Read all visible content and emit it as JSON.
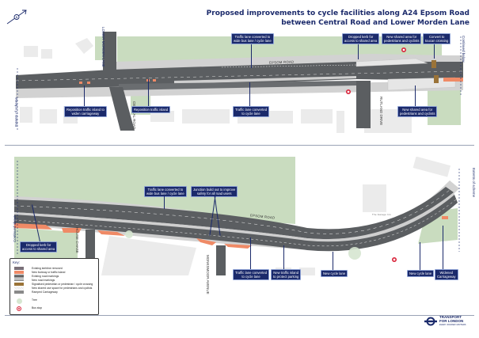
{
  "header": {
    "title_line1": "Proposed improvements to cycle facilities along A24 Epsom Road",
    "title_line2": "between Central Road and Lower Morden Lane",
    "north_arrow": "north-arrow-icon"
  },
  "top_map": {
    "street_labels": {
      "lower_morden_lane": "LOWER MORDEN LANE",
      "epsom_road": "EPSOM ROAD",
      "central_road": "CENTRAL ROAD",
      "ruskin_road_south": "RUTLAND DRIVE"
    },
    "side_labels": {
      "left": "Extents of scheme",
      "right": "Continued below"
    },
    "callouts": [
      {
        "id": "reposition-island-widen",
        "text_line1": "Reposition traffic island to",
        "text_line2": "widen carriageway"
      },
      {
        "id": "reposition-island",
        "text_line1": "Reposition traffic island",
        "text_line2": ""
      },
      {
        "id": "traffic-lane-bus-cycle",
        "text_line1": "Traffic lane converted to",
        "text_line2": "wide bus lane / cycle lane"
      },
      {
        "id": "traffic-lane-cycle",
        "text_line1": "Traffic lane converted",
        "text_line2": "to cycle lane"
      },
      {
        "id": "dropped-kerb",
        "text_line1": "Dropped kerb for",
        "text_line2": "access to shared area"
      },
      {
        "id": "new-shared-area-top",
        "text_line1": "New shared area for",
        "text_line2": "pedestrians and cyclists"
      },
      {
        "id": "convert-toucan",
        "text_line1": "Convert to",
        "text_line2": "toucan crossing"
      },
      {
        "id": "new-shared-area-bottom",
        "text_line1": "New shared area for",
        "text_line2": "pedestrians and cyclists"
      }
    ]
  },
  "bottom_map": {
    "street_labels": {
      "epsom_road": "EPSOM ROAD",
      "hoylake_chase": "HOUSE CHASE",
      "monarch_avenue": "MONKSMOOR AVENUE",
      "building": "The Garage Inn"
    },
    "side_labels": {
      "left": "Continued above",
      "right": "Extents of scheme"
    },
    "callouts": [
      {
        "id": "dropped-kerb",
        "text_line1": "Dropped kerb for",
        "text_line2": "access to shared area"
      },
      {
        "id": "traffic-lane-bus-cycle",
        "text_line1": "Traffic lane converted to",
        "text_line2": "wide bus lane / cycle lane"
      },
      {
        "id": "junction-build-out",
        "text_line1": "Junction build out to improve",
        "text_line2": "safety for all road users"
      },
      {
        "id": "traffic-lane-cycle",
        "text_line1": "Traffic lane converted",
        "text_line2": "to cycle lane"
      },
      {
        "id": "new-traffic-island",
        "text_line1": "New traffic island",
        "text_line2": "to protect parking"
      },
      {
        "id": "new-cycle-lane-1",
        "text_line1": "New cycle lane",
        "text_line2": ""
      },
      {
        "id": "new-cycle-lane-2",
        "text_line1": "New cycle lane",
        "text_line2": ""
      },
      {
        "id": "widened-carriageway",
        "text_line1": "Widened",
        "text_line2": "Carriageway"
      }
    ]
  },
  "key": {
    "title": "Key:",
    "items": [
      {
        "label": "Existing kerbline removed",
        "color": "#7a6f78"
      },
      {
        "label": "New footway or traffic island",
        "color": "#ef8a66"
      },
      {
        "label": "Existing road markings",
        "color": "#4a4a4a"
      },
      {
        "label": "New road markings",
        "color": "#6b6b6b"
      },
      {
        "label": "Signalised pedestrian or pedestrian / cycle crossing",
        "color": "#9a7338"
      },
      {
        "label": "New shared use space for pedestrians and cyclists",
        "color": "#e6e6e6"
      },
      {
        "label": "Ramped Carriageway",
        "color": "#8a8a8a"
      },
      {
        "label": "Tree",
        "color": "#d6e6d0"
      },
      {
        "label": "Bus stop",
        "color": "#d9233a"
      }
    ]
  },
  "branding": {
    "line1": "TRANSPORT",
    "line2": "FOR LONDON",
    "tagline": "EVERY JOURNEY MATTERS"
  },
  "colors": {
    "navy": "#1b2a6b",
    "road": "#5b5e61",
    "grass": "#c9dcbf",
    "footway": "#d2d2d2",
    "buildings": "#e9e9e9",
    "new_footway": "#ef8a66",
    "bus_stop": "#d9233a"
  }
}
